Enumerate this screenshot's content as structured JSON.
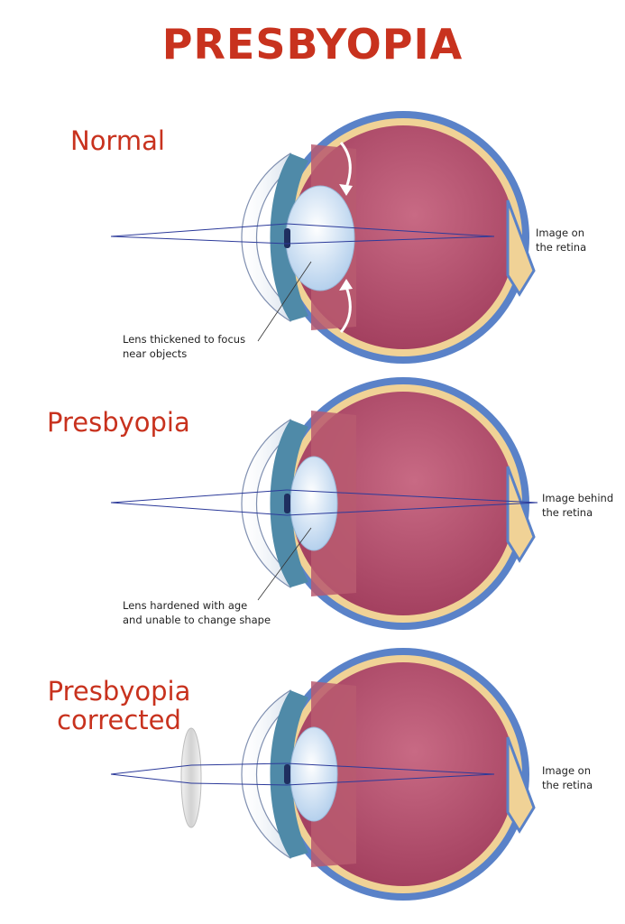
{
  "title": "PRESBYOPIA",
  "colors": {
    "title": "#c8321e",
    "sclera": "#5a82c8",
    "choroid": "#f0d296",
    "interior": "#a44060",
    "lens": "#cfe3f5",
    "rays": "#2c3a9a"
  },
  "panels": [
    {
      "title_lines": [
        "Normal"
      ],
      "lens_label_lines": [
        "Lens thickened to focus",
        "near objects"
      ],
      "image_label_lines": [
        "Image on",
        "the retina"
      ]
    },
    {
      "title_lines": [
        "Presbyopia"
      ],
      "lens_label_lines": [
        "Lens hardened with age",
        "and unable to change shape"
      ],
      "image_label_lines": [
        "Image behind",
        "the retina"
      ]
    },
    {
      "title_lines": [
        "Presbyopia",
        "corrected"
      ],
      "lens_label_lines": [],
      "image_label_lines": [
        "Image on",
        "the retina"
      ]
    }
  ]
}
